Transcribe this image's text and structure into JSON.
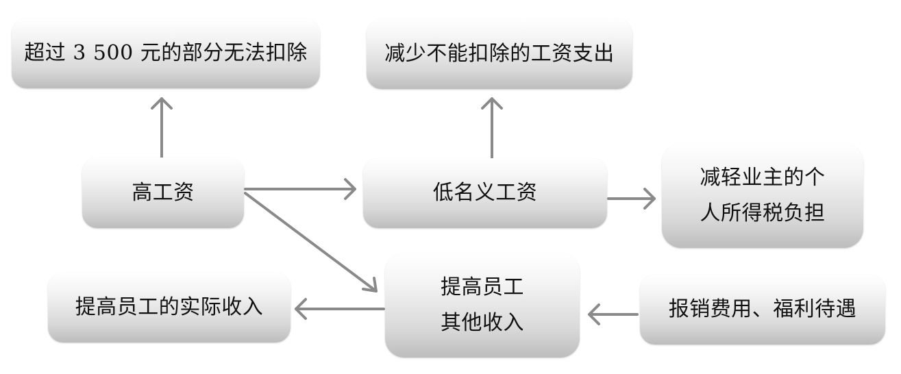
{
  "nodes": {
    "excess_3500": "超过 3 500 元的部分无法扣除",
    "reduce_nondeductible": "减少不能扣除的工资支出",
    "high_salary": "高工资",
    "low_nominal_salary": "低名义工资",
    "reduce_tax_burden": [
      "减轻业主的个",
      "人所得税负担"
    ],
    "raise_actual_income": "提高员工的实际收入",
    "raise_other_income": [
      "提高员工",
      "其他收入"
    ],
    "reimburse_welfare": "报销费用、福利待遇"
  }
}
